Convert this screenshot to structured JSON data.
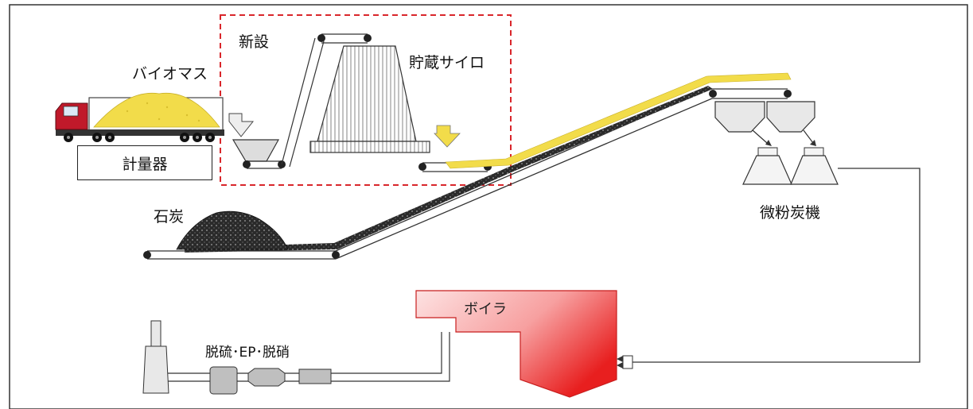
{
  "labels": {
    "new_install": "新設",
    "biomass": "バイオマス",
    "silo": "貯蔵サイロ",
    "scale": "計量器",
    "coal": "石炭",
    "pulverizer": "微粉炭機",
    "boiler": "ボイラ",
    "treatment": "脱硫･EP･脱硝"
  },
  "colors": {
    "new_install_border": "#d9262b",
    "biomass": "#f2dc4a",
    "coal": "#1a1a1a",
    "boiler_light": "#fde2e2",
    "boiler_dark": "#e81f1f",
    "truck_cab": "#c0192a",
    "line": "#222222"
  },
  "icons": [
    "truck-icon",
    "hopper-icon",
    "silo-icon",
    "chimney-icon"
  ]
}
